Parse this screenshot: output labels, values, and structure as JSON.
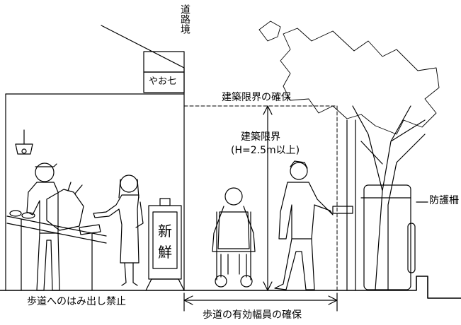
{
  "labels": {
    "road_boundary": "道路境",
    "shop_sign": "やお七",
    "clearance_secure": "建築限界の確保",
    "clearance": "建築限界",
    "clearance_height": "(H=2.5m以上)",
    "guard_fence": "防護柵",
    "no_protrusion": "歩道へのはみ出し禁止",
    "effective_width": "歩道の有効幅員の確保"
  },
  "standboard": {
    "char1": "新",
    "char2": "鮮"
  }
}
